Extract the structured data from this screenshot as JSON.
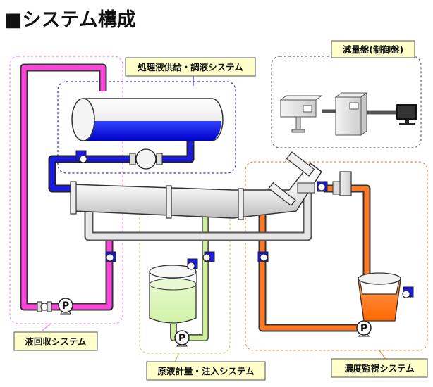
{
  "title": "■システム構成",
  "labels": {
    "treatment": "処理液供給・調液システム",
    "control": "減量盤(制御盤)",
    "recovery": "液回収システム",
    "concentration": "濃度監視システム",
    "dosing": "原液計量・注入システム"
  },
  "pump_letter": "P",
  "colors": {
    "recovery": "#ff44dd",
    "treatment": "#1a1ae0",
    "dosing": "#ccee99",
    "concentration": "#ff7722",
    "process_pipe": "#e8e8e8",
    "label_bg": "#ffffcc"
  },
  "icons": [
    "pump-icon",
    "valve-icon",
    "tank-icon",
    "computer-icon",
    "monitor-icon"
  ]
}
